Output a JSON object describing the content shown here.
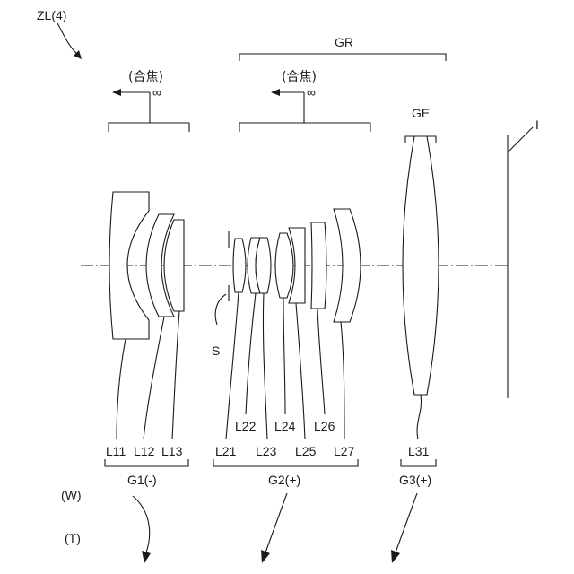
{
  "title": "ZL(4)",
  "labels": {
    "rear_group": "GR",
    "final_element": "GE",
    "image_plane": "I",
    "stop": "S",
    "focus_left": "(合焦)",
    "focus_right": "(合焦)",
    "infinity_left": "∞",
    "infinity_right": "∞",
    "wide": "(W)",
    "tele": "(T)"
  },
  "lens_labels": {
    "L11": "L11",
    "L12": "L12",
    "L13": "L13",
    "L21": "L21",
    "L22": "L22",
    "L23": "L23",
    "L24": "L24",
    "L25": "L25",
    "L26": "L26",
    "L27": "L27",
    "L31": "L31"
  },
  "groups": {
    "g1": "G1(-)",
    "g2": "G2(+)",
    "g3": "G3(+)"
  }
}
